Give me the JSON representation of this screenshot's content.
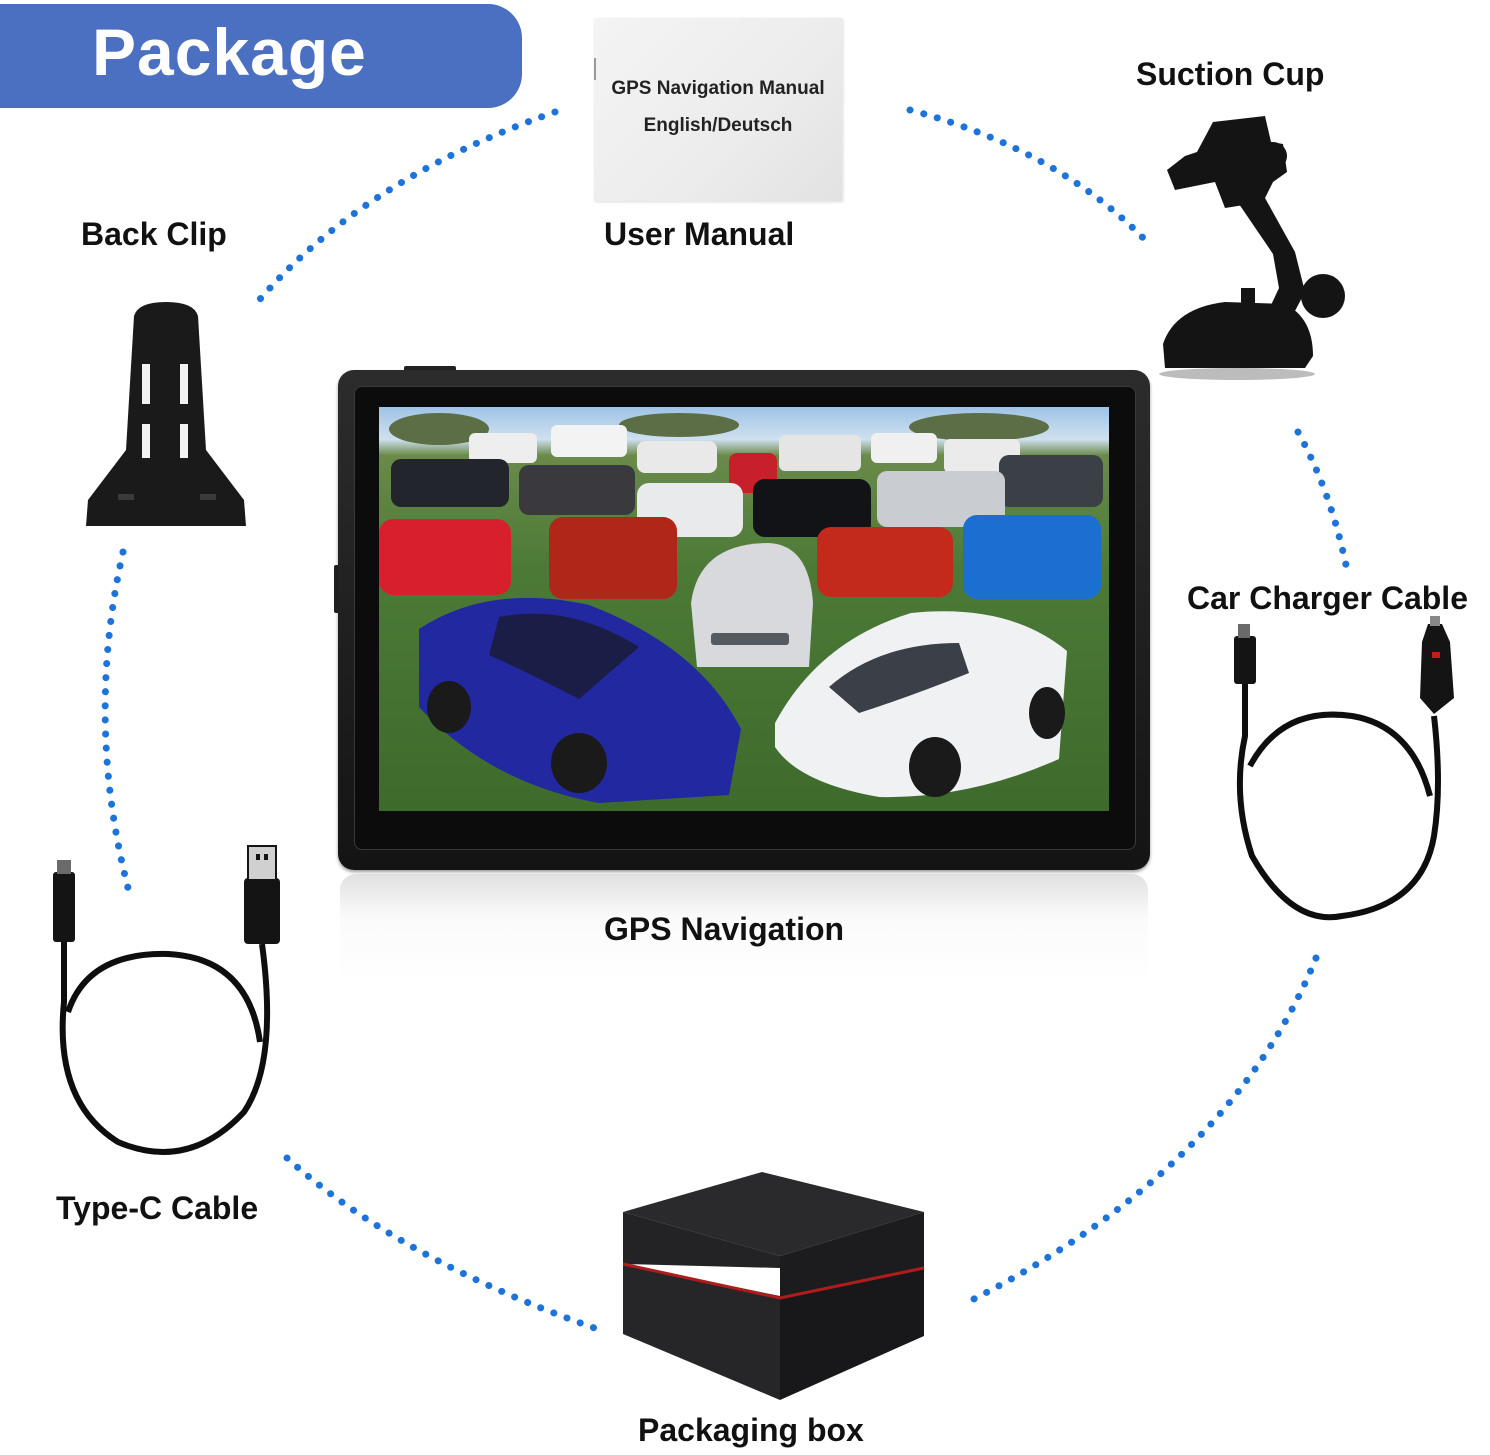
{
  "banner": {
    "title": "Package"
  },
  "items": {
    "user_manual": {
      "label": "User Manual",
      "cover_line1": "GPS Navigation Manual",
      "cover_line2": "English/Deutsch"
    },
    "suction_cup": {
      "label": "Suction Cup"
    },
    "back_clip": {
      "label": "Back Clip"
    },
    "car_charger": {
      "label": "Car Charger Cable"
    },
    "gps": {
      "label": "GPS Navigation"
    },
    "type_c": {
      "label": "Type-C Cable"
    },
    "packaging_box": {
      "label": "Packaging box"
    }
  },
  "colors": {
    "banner": "#4b6fc1",
    "dots": "#1e73d8",
    "product_black": "#111111",
    "box_stripe": "#b01c1c"
  },
  "icons": {
    "device": "gps-navigator",
    "bracket": "back-clip-bracket",
    "mount": "suction-cup-mount",
    "charger": "car-charger-cable",
    "usb": "type-c-cable",
    "box": "packaging-box"
  }
}
